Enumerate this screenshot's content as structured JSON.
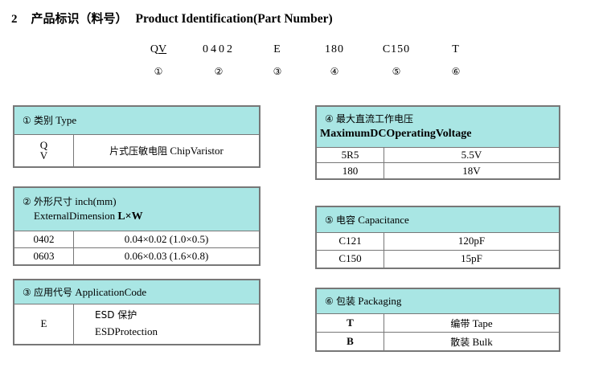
{
  "heading": {
    "number": "2",
    "chinese": "产品标识（料号）",
    "english": "Product Identification(Part Number)"
  },
  "part_number": {
    "segments": [
      {
        "value": "QV",
        "index": "①"
      },
      {
        "value": "0402",
        "index": "②"
      },
      {
        "value": "E",
        "index": "③"
      },
      {
        "value": "180",
        "index": "④"
      },
      {
        "value": "C150",
        "index": "⑤"
      },
      {
        "value": "T",
        "index": "⑥"
      }
    ]
  },
  "tables": {
    "type": {
      "marker": "①",
      "header_cn": "类别",
      "header_en": "Type",
      "rows": [
        {
          "code": "Q\nV",
          "code_line1": "Q",
          "code_line2": "V",
          "desc_cn": "片式压敏电阻",
          "desc_en": "ChipVaristor"
        }
      ]
    },
    "dimension": {
      "marker": "②",
      "header_cn": "外形尺寸",
      "header_unit": "inch(mm)",
      "header_en": "ExternalDimension",
      "header_en_sub": "L×W",
      "rows": [
        {
          "code": "0402",
          "value": "0.04×0.02 (1.0×0.5)"
        },
        {
          "code": "0603",
          "value": "0.06×0.03 (1.6×0.8)"
        }
      ]
    },
    "application": {
      "marker": "③",
      "header_cn": "应用代号",
      "header_en": "ApplicationCode",
      "rows": [
        {
          "code": "E",
          "desc_cn": "ESD 保护",
          "desc_en": "ESDProtection"
        }
      ]
    },
    "voltage": {
      "marker": "④",
      "header_cn": "最大直流工作电压",
      "header_en": "MaximumDCOperatingVoltage",
      "rows": [
        {
          "code": "5R5",
          "value": "5.5V"
        },
        {
          "code": "180",
          "value": "18V"
        }
      ]
    },
    "capacitance": {
      "marker": "⑤",
      "header_cn": "电容",
      "header_en": "Capacitance",
      "rows": [
        {
          "code": "C121",
          "value": "120pF"
        },
        {
          "code": "C150",
          "value": "15pF"
        }
      ]
    },
    "packaging": {
      "marker": "⑥",
      "header_cn": "包装",
      "header_en": "Packaging",
      "rows": [
        {
          "code": "T",
          "value_cn": "编带",
          "value_en": "Tape"
        },
        {
          "code": "B",
          "value_cn": "散装",
          "value_en": "Bulk"
        }
      ]
    }
  },
  "colors": {
    "header_fill": "#a9e6e4",
    "border": "#777777",
    "text": "#000000"
  }
}
